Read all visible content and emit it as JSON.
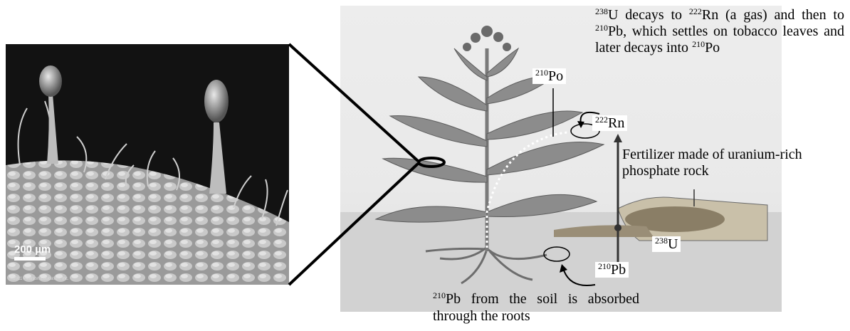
{
  "microscope": {
    "scale_text": "200 µm",
    "credit": "©2011 Pearson Education, Inc."
  },
  "labels": {
    "decay_1": "U decays to ",
    "decay_2": "Rn (a gas) and then to ",
    "decay_3": "Pb, which settles on tobacco leaves and later decays into ",
    "decay_4": "Po",
    "po": "Po",
    "rn": "Rn",
    "fertilizer": "Fertilizer made of uranium-rich phosphate rock",
    "u": "U",
    "pb": "Pb",
    "soil": "Pb from the soil is absorbed through the roots"
  },
  "isotopes": {
    "u238": "238",
    "rn222": "222",
    "pb210": "210",
    "po210": "210"
  }
}
